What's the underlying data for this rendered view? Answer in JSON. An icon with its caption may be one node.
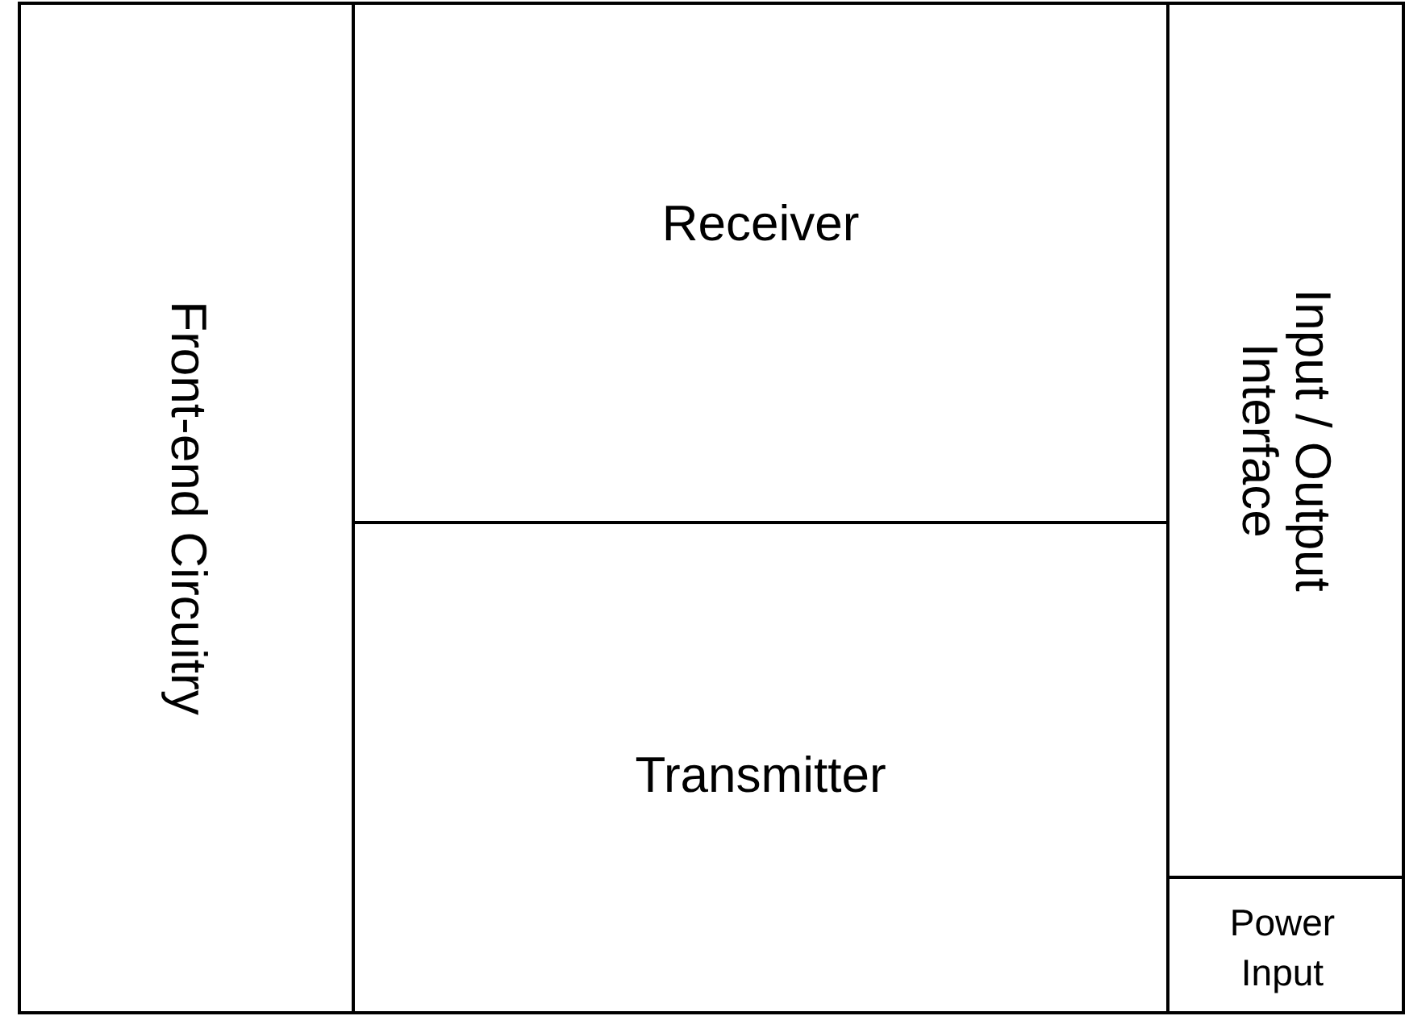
{
  "diagram": {
    "nodes": [
      {
        "text": [
          "Front-end Circuitry"
        ]
      },
      {
        "text": [
          "Receiver"
        ]
      },
      {
        "text": [
          "Transmitter"
        ]
      },
      {
        "text": [
          "Input / Output Interface"
        ]
      },
      {
        "text": [
          "Power Input"
        ]
      }
    ]
  }
}
